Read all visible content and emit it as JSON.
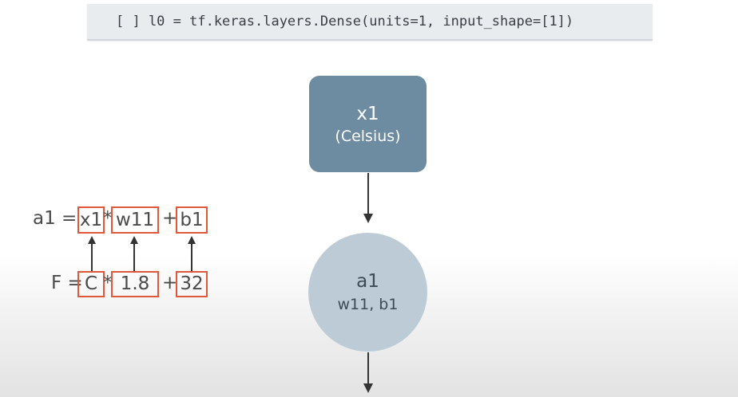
{
  "code_cell": {
    "text": "[ ] l0 = tf.keras.layers.Dense(units=1, input_shape=[1])"
  },
  "input_node": {
    "title": "x1",
    "subtitle": "(Celsius)"
  },
  "neuron": {
    "title": "a1",
    "params": "w11, b1"
  },
  "equation_general": {
    "lhs": "a1 =",
    "term1": "x1",
    "op1": "*",
    "term2": "w11",
    "op2": "+",
    "term3": "b1"
  },
  "equation_specific": {
    "lhs": "F =",
    "term1": "C",
    "op1": "*",
    "term2": "1.8",
    "op2": "+",
    "term3": "32"
  },
  "colors": {
    "input_node": "#6d8ca1",
    "neuron": "#bccbd6",
    "highlight_box": "#e0583a",
    "arrow": "#333333"
  }
}
